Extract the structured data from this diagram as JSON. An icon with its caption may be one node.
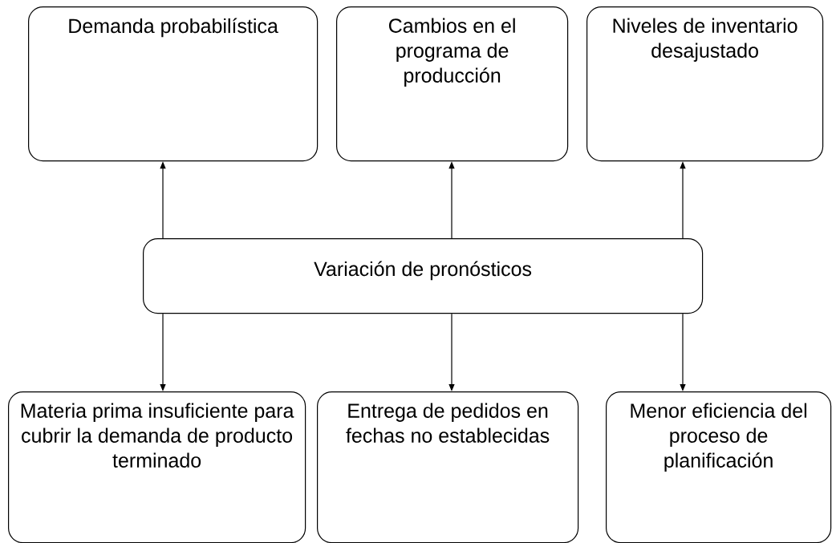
{
  "diagram": {
    "nodes": [
      {
        "text": [
          "Demanda probabilística"
        ]
      },
      {
        "text": [
          "Cambios en el programa de producción"
        ]
      },
      {
        "text": [
          "Niveles de inventario desajustado"
        ]
      },
      {
        "text": [
          "Variación de pronósticos"
        ]
      },
      {
        "text": [
          "Materia prima insuficiente para cubrir la demanda de producto terminado"
        ]
      },
      {
        "text": [
          "Entrega de pedidos en fechas no establecidas"
        ]
      },
      {
        "text": [
          "Menor eficiencia del proceso de planificación"
        ]
      }
    ],
    "edges": [
      {
        "from": 3,
        "to": 0,
        "arrow": "to"
      },
      {
        "from": 3,
        "to": 1,
        "arrow": "to"
      },
      {
        "from": 3,
        "to": 2,
        "arrow": "to"
      },
      {
        "from": 3,
        "to": 4,
        "arrow": "to"
      },
      {
        "from": 3,
        "to": 5,
        "arrow": "to"
      },
      {
        "from": 3,
        "to": 6,
        "arrow": "to"
      }
    ]
  }
}
